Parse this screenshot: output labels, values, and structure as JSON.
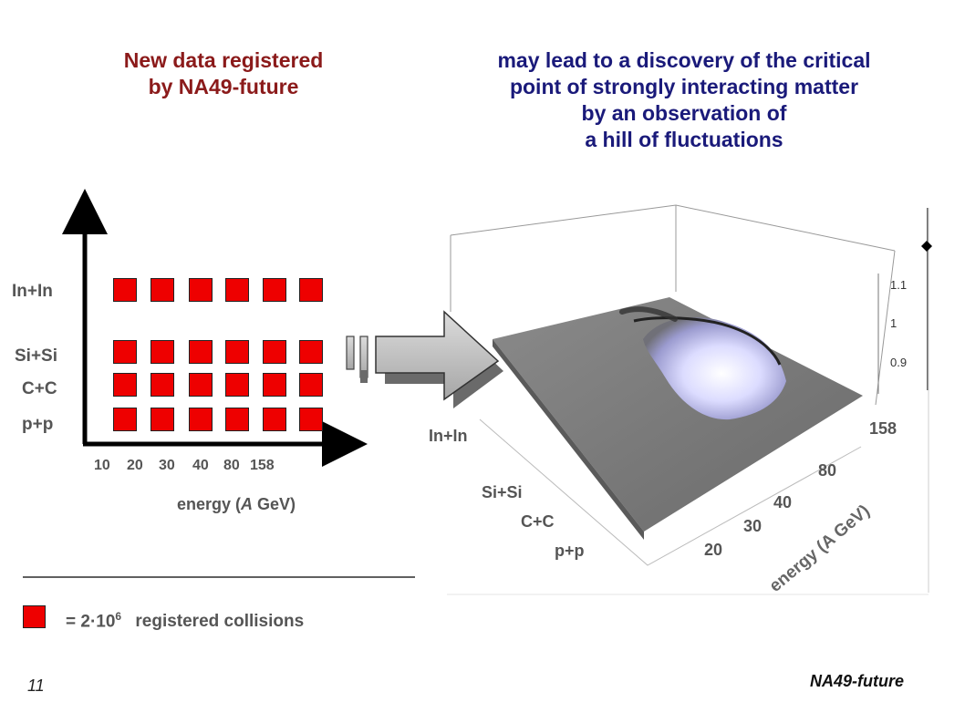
{
  "left_title": [
    "New data registered",
    "by NA49-future"
  ],
  "right_title": [
    "may lead to a discovery of the critical",
    "point of strongly interacting matter",
    "by an observation of",
    "a hill of fluctuations"
  ],
  "left_chart": {
    "rows": [
      "In+In",
      "Si+Si",
      "C+C",
      "p+p"
    ],
    "energies": [
      "10",
      "20",
      "30",
      "40",
      "80",
      "158"
    ],
    "xlabel_prefix": "energy (",
    "xlabel_italic": "A",
    "xlabel_suffix": " GeV)",
    "cell_color": "#ee0000"
  },
  "legend": {
    "prefix": "= 2·10",
    "exponent": "6",
    "text": "registered collisions"
  },
  "plot3d": {
    "z_ticks": [
      "1.1",
      "1",
      "0.9"
    ],
    "reactions": [
      "In+In",
      "Si+Si",
      "C+C",
      "p+p"
    ],
    "energies": [
      "158",
      "80",
      "40",
      "30",
      "20"
    ],
    "energy_label": "energy (A GeV)"
  },
  "footer": {
    "page_number": "11",
    "brand": "NA49-future"
  }
}
